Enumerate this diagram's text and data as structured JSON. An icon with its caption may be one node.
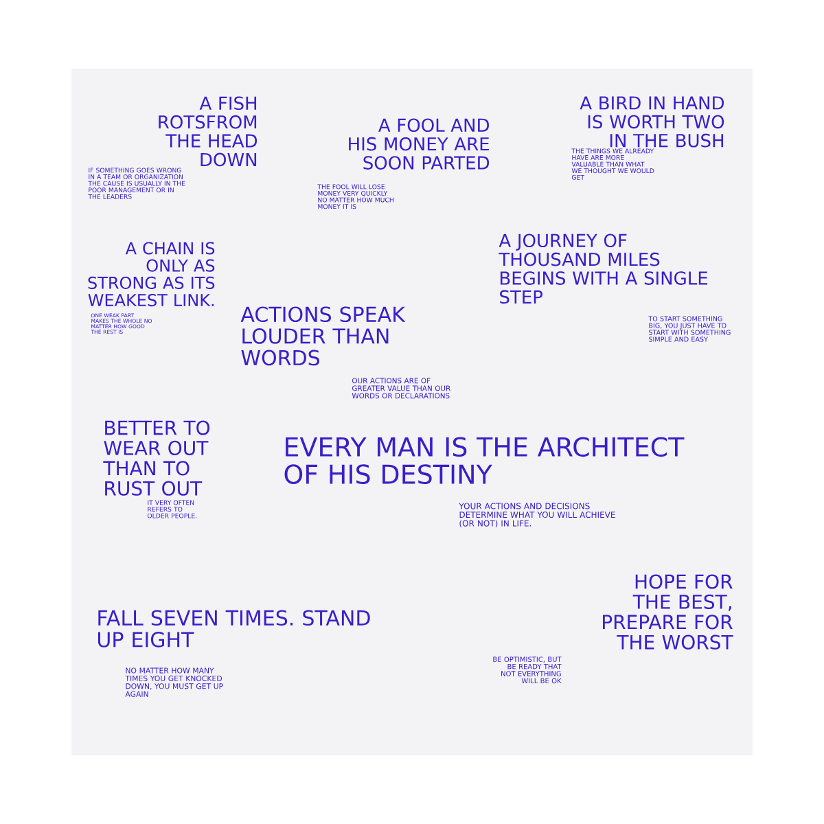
{
  "diagram": {
    "labels": [
      "A FISH ROTSFROM THE HEAD DOWN",
      "IF SOMETHING GOES WRONG IN A TEAM OR ORGANIZATION THE CAUSE IS USUALLY IN THE POOR MANAGEMENT OR IN THE LEADERS",
      "A FOOL AND HIS MONEY ARE SOON PARTED",
      "THE FOOL WILL LOSE MONEY VERY QUICKLY NO MATTER HOW MUCH MONEY IT IS",
      "A BIRD IN HAND IS WORTH TWO IN THE BUSH",
      "THE THINGS WE ALREADY HAVE ARE MORE VALUABLE THAN WHAT WE THOUGHT WE WOULD GET",
      "A CHAIN IS ONLY AS STRONG AS ITS WEAKEST LINK.",
      "ONE WEAK PART MAKES THE WHOLE NO MATTER HOW GOOD THE REST IS",
      "A JOURNEY OF THOUSAND MILES BEGINS WITH A SINGLE STEP",
      "TO START SOMETHING BIG, YOU JUST HAVE TO START WITH SOMETHING SIMPLE AND EASY",
      "ACTIONS SPEAK LOUDER THAN WORDS",
      "OUR ACTIONS ARE OF GREATER VALUE THAN OUR WORDS OR DECLARATIONS",
      "BETTER TO WEAR OUT THAN TO RUST OUT",
      "IT VERY OFTEN REFERS TO OLDER PEOPLE.",
      "EVERY MAN IS THE ARCHITECT OF HIS DESTINY",
      "YOUR ACTIONS AND DECISIONS DETERMINE WHAT YOU WILL ACHIEVE (OR NOT) IN LIFE.",
      "HOPE FOR THE BEST, PREPARE FOR THE WORST",
      "BE OPTIMISTIC, BUT BE READY THAT NOT EVERYTHING WILL BE OK",
      "FALL SEVEN TIMES. STAND UP EIGHT",
      "NO MATTER HOW MANY TIMES YOU GET KNOCKED DOWN, YOU MUST GET UP AGAIN"
    ]
  }
}
